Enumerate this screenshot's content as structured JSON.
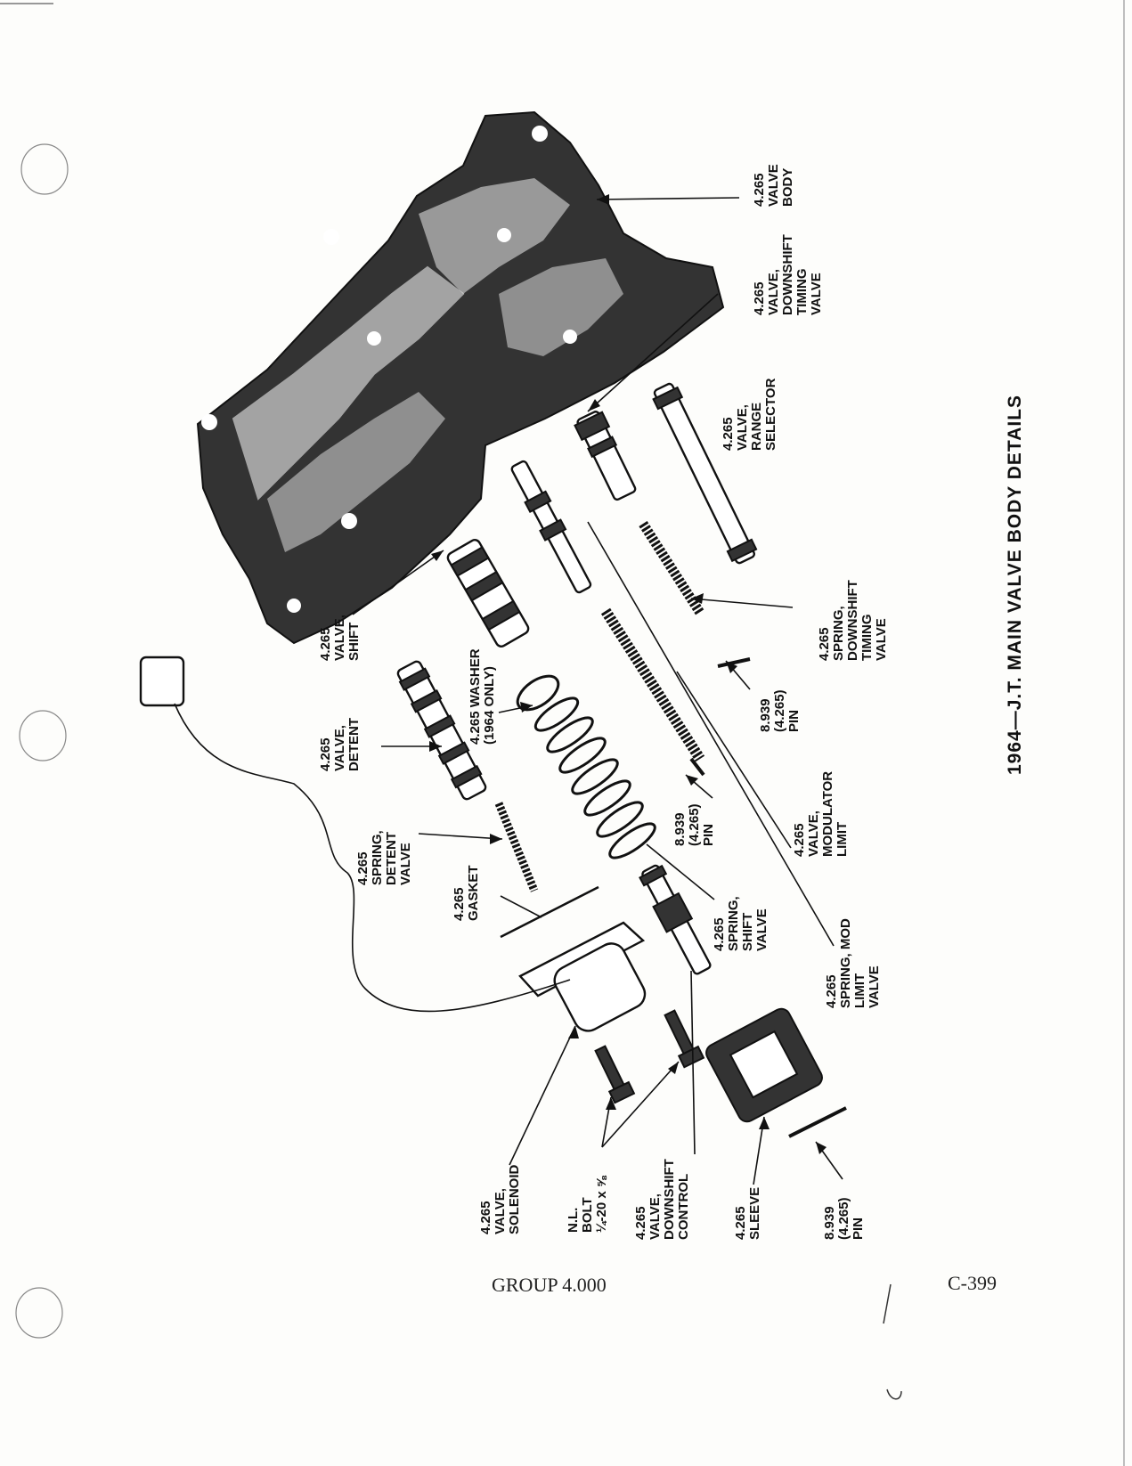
{
  "title": "1964—J.T. MAIN VALVE BODY DETAILS",
  "footer": {
    "group": "GROUP 4.000",
    "page": "C-399"
  },
  "labels": {
    "valve_body": "4.265\nVALVE\nBODY",
    "valve_downshift_timing": "4.265\nVALVE,\nDOWNSHIFT\nTIMING\nVALVE",
    "valve_range_selector": "4.265\nVALVE,\nRANGE\nSELECTOR",
    "spring_downshift_timing": "4.265\nSPRING,\nDOWNSHIFT\nTIMING\nVALVE",
    "pin_upper": "8.939\n(4.265)\nPIN",
    "valve_modulator_limit": "4.265\nVALVE,\nMODULATOR\nLIMIT",
    "pin_middle": "8.939\n(4.265)\nPIN",
    "spring_mod_limit": "4.265\nSPRING, MOD\nLIMIT\nVALVE",
    "spring_shift_valve": "4.265\nSPRING,\nSHIFT\nVALVE",
    "valve_shift": "4.265\nVALVE,\nSHIFT",
    "washer": "4.265 WASHER\n(1964 ONLY)",
    "valve_detent": "4.265\nVALVE,\nDETENT",
    "spring_detent_valve": "4.265\nSPRING,\nDETENT\nVALVE",
    "gasket": "4.265\nGASKET",
    "valve_solenoid": "4.265\nVALVE,\nSOLENOID",
    "bolt": "N.L.\nBOLT\n¼-20 x ⅝",
    "valve_downshift_control": "4.265\nVALVE,\nDOWNSHIFT\nCONTROL",
    "sleeve": "4.265\nSLEEVE",
    "pin_lower": "8.939\n(4.265)\nPIN"
  }
}
